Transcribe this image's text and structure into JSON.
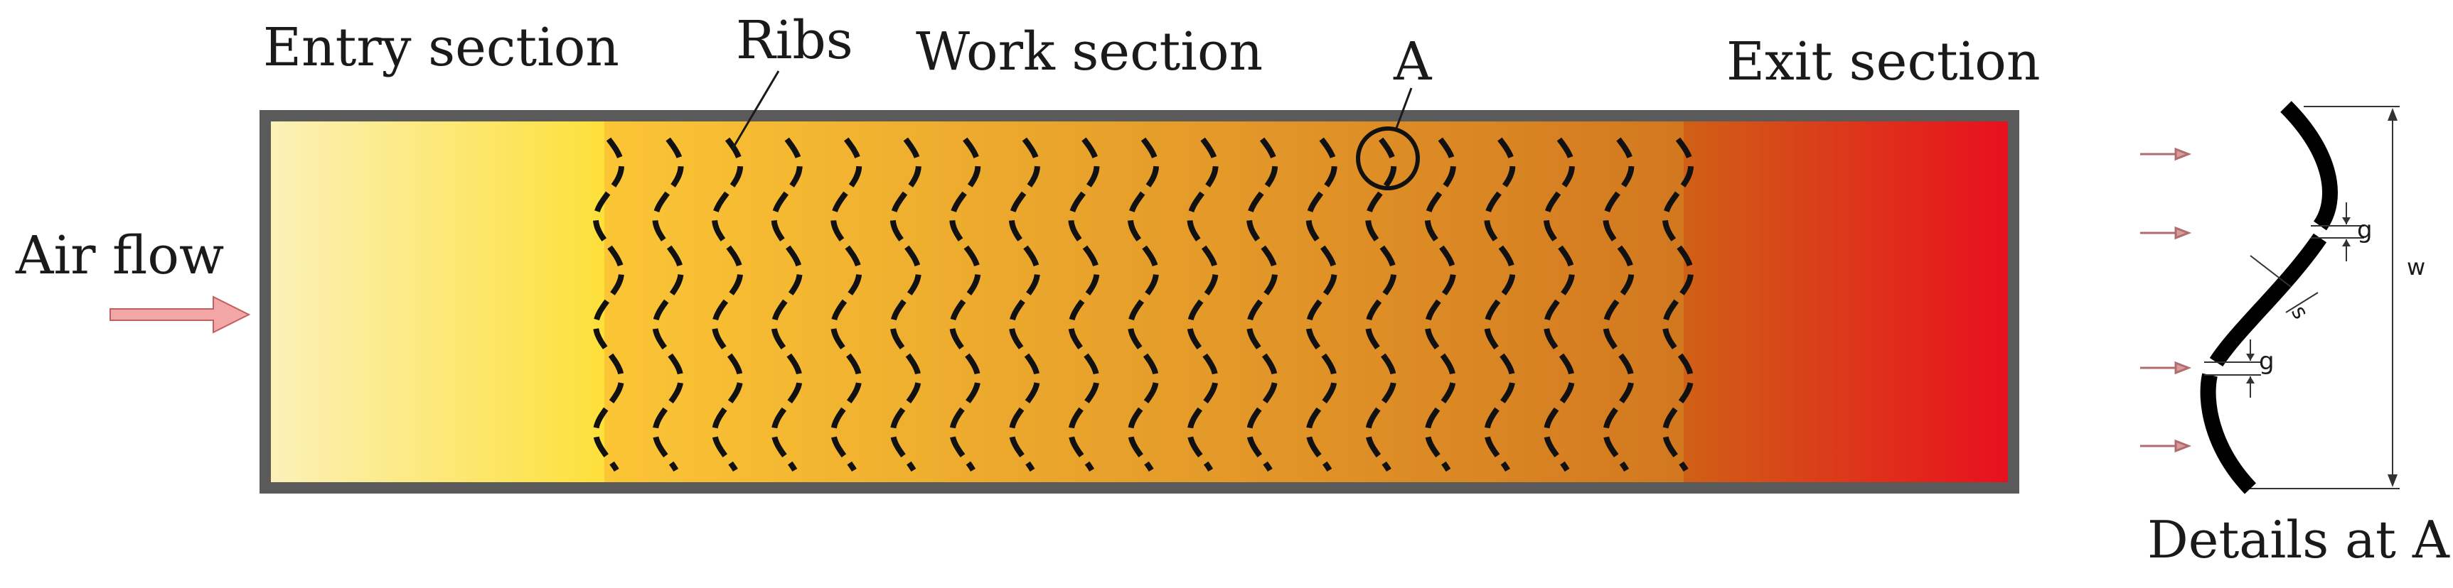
{
  "diagram": {
    "labels": {
      "entry": "Entry section",
      "ribs": "Ribs",
      "work": "Work section",
      "marker": "A",
      "exit": "Exit section",
      "air_flow": "Air flow",
      "details": "Details at A"
    },
    "detail_labels": {
      "gap_top": "g",
      "gap_bottom": "g",
      "width": "w",
      "thickness": "s"
    },
    "rib_columns": 19,
    "colors": {
      "frame": "#5a5a5a",
      "entry_start": "#fbf1b8",
      "entry_end": "#fde03a",
      "work_start": "#fbc535",
      "work_end": "#d2781f",
      "exit_start": "#d06016",
      "exit_end": "#e8101e",
      "ribs": "#111111",
      "arrow": "#f2a6a6",
      "arrow_stroke": "#c06060"
    }
  }
}
